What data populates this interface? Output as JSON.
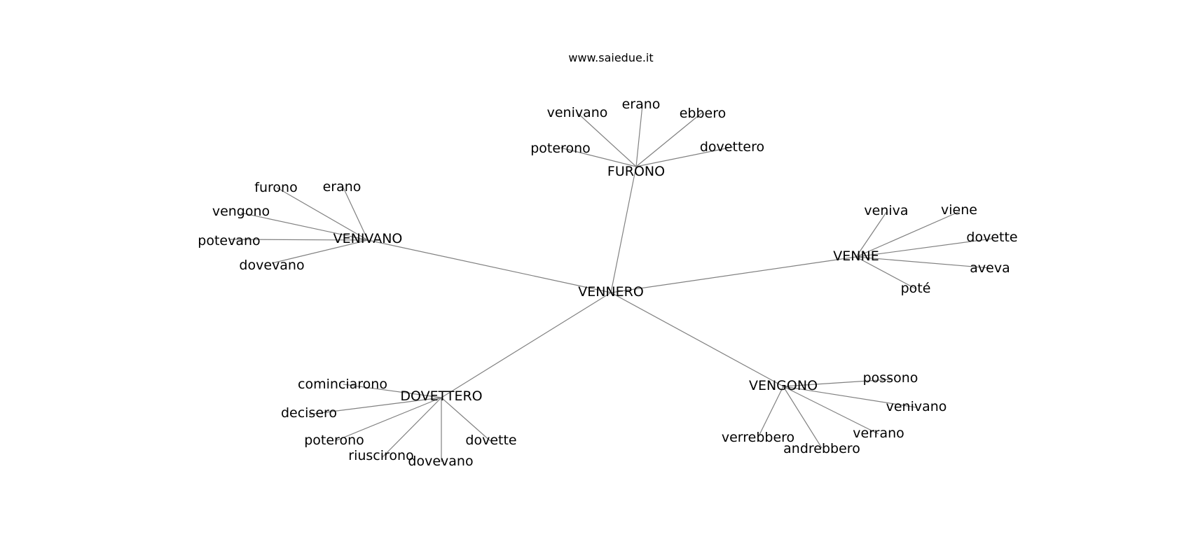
{
  "site": "www.saiedue.it",
  "edge_color": "#808080",
  "text_color": "#000000",
  "graph": {
    "root": "VENNERO",
    "hubs": [
      {
        "label": "FURONO",
        "leaves": [
          "venivano",
          "erano",
          "ebbero",
          "poterono",
          "dovettero"
        ]
      },
      {
        "label": "VENIVANO",
        "leaves": [
          "furono",
          "erano",
          "vengono",
          "potevano",
          "dovevano"
        ]
      },
      {
        "label": "VENNE",
        "leaves": [
          "veniva",
          "viene",
          "dovette",
          "aveva",
          "poté"
        ]
      },
      {
        "label": "DOVETTERO",
        "leaves": [
          "cominciarono",
          "decisero",
          "poterono",
          "riuscirono",
          "dovevano",
          "dovette"
        ]
      },
      {
        "label": "VENGONO",
        "leaves": [
          "possono",
          "venivano",
          "verrebbero",
          "verrano",
          "andrebbero"
        ]
      }
    ]
  }
}
